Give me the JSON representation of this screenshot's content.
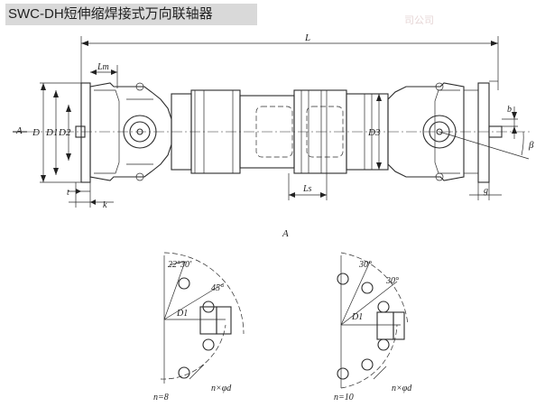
{
  "header": {
    "title": "SWC-DH短伸缩焊接式万向联轴器"
  },
  "watermark": "司公司",
  "labels": {
    "L": "L",
    "Lm": "Lm",
    "Ls": "Ls",
    "A_left": "A",
    "A_view": "A",
    "D": "D",
    "D1": "D1",
    "D2": "D2",
    "D3": "D3",
    "t": "t",
    "k": "k",
    "g": "g",
    "b": "b",
    "beta": "β"
  },
  "flange_left": {
    "angle1": "22°30′",
    "angle2": "45°",
    "d1": "D1",
    "n": "n=8",
    "holes": "n×φd"
  },
  "flange_right": {
    "angle1": "30°",
    "angle2": "30°",
    "d1": "D1",
    "n": "n=10",
    "holes": "n×φd"
  }
}
